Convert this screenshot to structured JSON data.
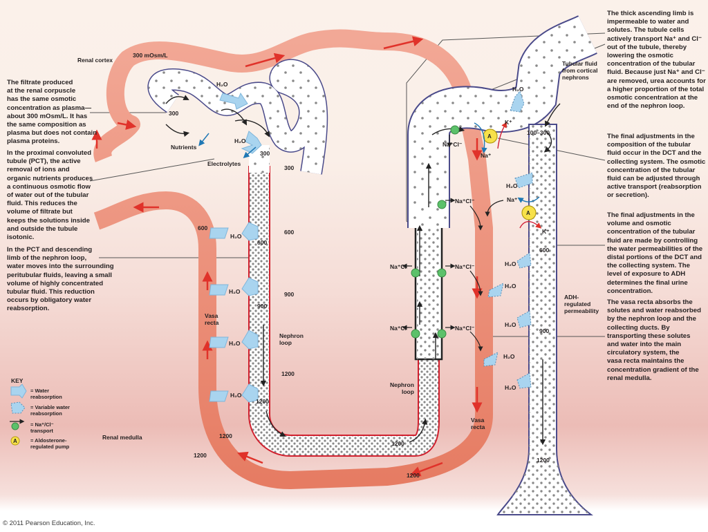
{
  "title": "Nephron loop and collecting system: osmotic concentration of tubular fluid",
  "regions": {
    "cortex": "Renal cortex",
    "medulla": "Renal medulla"
  },
  "notes": {
    "filtrate": "The filtrate produced\nat the renal corpuscle\nhas the same osmotic\nconcentration as plasma—\nabout 300 mOsm/L. It has\nthe same composition as\nplasma but does not contain\nplasma proteins.",
    "pct": "In the proximal convoluted\ntubule (PCT), the active\nremoval of ions and\norganic nutrients produces\na continuous osmotic flow\nof water out of the tubular\nfluid. This reduces the\nvolume of filtrate but\nkeeps the solutions inside\nand outside the tubule\nisotonic.",
    "descending": "In the PCT and descending\nlimb of the nephron loop,\nwater moves into the surrounding\nperitubular fluids, leaving a small\nvolume of highly concentrated\ntubular fluid. This reduction\noccurs by obligatory water\nreabsorption.",
    "thick_ascending": "The thick ascending limb is\nimpermeable to water and\nsolutes. The tubule cells\nactively transport Na⁺ and Cl⁻\nout of the tubule, thereby\nlowering the osmotic\nconcentration of the tubular\nfluid. Because just Na⁺ and Cl⁻\nare removed, urea accounts for\na higher proportion of the total\nosmotic concentration at the\nend of the nephron loop.",
    "dct_composition": "The final adjustments in the\ncomposition of the tubular\nfluid occur in the DCT and the\ncollecting system. The osmotic\nconcentration of the tubular\nfluid can be adjusted through\nactive transport (reabsorption\nor secretion).",
    "dct_volume": "The final adjustments in the\nvolume and osmotic\nconcentration of the tubular\nfluid are made by controlling\nthe water permeabilities of the\ndistal portions of the DCT and\nthe collecting system. The\nlevel of exposure to ADH\ndetermines the final urine\nconcentration.",
    "vasa_recta": "The vasa recta absorbs the\nsolutes and water reabsorbed\nby the nephron loop and the\ncollecting ducts. By\n transporting these solutes\nand water into the main\ncirculatory system, the\nvasa recta maintains the\nconcentration gradient of the\nrenal medulla."
  },
  "labels": {
    "plasma_osm": "300 mOsm/L",
    "nutrients": "Nutrients",
    "electrolytes": "Electrolytes",
    "h2o": "H₂O",
    "nephron_loop": "Nephron\nloop",
    "vasa_recta": "Vasa\nrecta",
    "nacl": "Na⁺Cl⁻",
    "na": "Na⁺",
    "k": "K⁺",
    "pump": "A",
    "tubular_fluid": "Tubular fluid\nfrom cortical\nnephrons",
    "adh": "ADH-\nregulated\npermeability"
  },
  "osmolarity": {
    "pct_inside": "300",
    "pct_end": "300",
    "interstitial_300": "300",
    "interstitial_600": "600",
    "interstitial_900": "900",
    "interstitial_1200": "1200",
    "tubule_600": "600",
    "tubule_900": "900",
    "tubule_1200": "1200",
    "vasa_600": "600",
    "vasa_1200_a": "1200",
    "vasa_1200_b": "1200",
    "medulla_1200": "1200",
    "loop_bottom_1200": "1200",
    "dct": "100–300",
    "collecting_600": "600",
    "collecting_900": "900",
    "collecting_1200": "1200"
  },
  "key": {
    "title": "KEY",
    "items": [
      {
        "icon": "water-reabsorption-arrow",
        "label": "= Water\n   reabsorption"
      },
      {
        "icon": "variable-water-reabsorption",
        "label": "= Variable water\n   reabsorption"
      },
      {
        "icon": "nacl-transport",
        "label": "= Na⁺/Cl⁻\n   transport"
      },
      {
        "icon": "aldosterone-pump",
        "label": "= Aldosterone-\n    regulated pump"
      }
    ]
  },
  "colors": {
    "vessel": "#f0a08e",
    "vessel_dark": "#e8826c",
    "flow_arrow": "#e0322a",
    "tubule_wall": "#4a4a8a",
    "loop_wall": "#d01f2d",
    "water": "#a9d4ef",
    "transporter": "#5cc16a",
    "pump": "#f7e14a"
  },
  "copyright": "© 2011 Pearson Education, Inc."
}
